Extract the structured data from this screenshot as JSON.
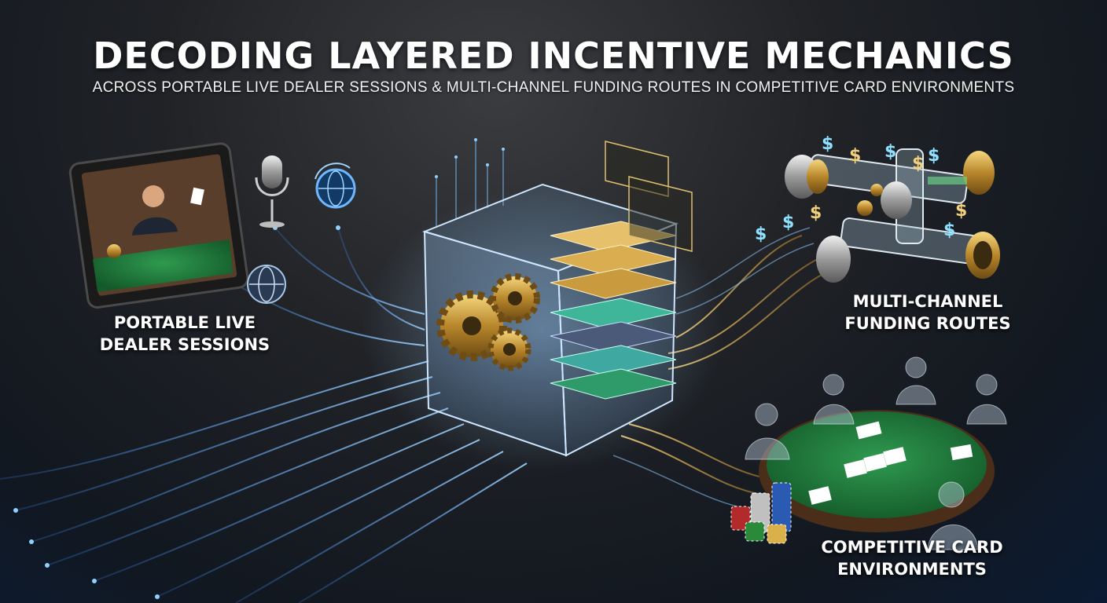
{
  "header": {
    "title": "DECODING LAYERED INCENTIVE MECHANICS",
    "subtitle": "ACROSS PORTABLE LIVE DEALER SESSIONS & MULTI-CHANNEL FUNDING ROUTES IN COMPETITIVE CARD ENVIRONMENTS"
  },
  "nodes": {
    "live_dealer": {
      "line1": "PORTABLE LIVE",
      "line2": "DEALER SESSIONS"
    },
    "funding": {
      "line1": "MULTI-CHANNEL",
      "line2": "FUNDING ROUTES"
    },
    "card_env": {
      "line1": "COMPETITIVE CARD",
      "line2": "ENVIRONMENTS"
    }
  },
  "icons": [
    "tablet-dealer-icon",
    "microphone-icon",
    "globe-sync-icon",
    "globe-icon",
    "cube-gears-icon",
    "pipe-network-icon",
    "dollar-icon",
    "poker-table-icon",
    "chip-stack-icon"
  ],
  "colors": {
    "accent_blue": "#5fb6ff",
    "accent_gold": "#e0b25a",
    "felt_green": "#1f7a3c",
    "layer_teal": "#3fb59a"
  }
}
